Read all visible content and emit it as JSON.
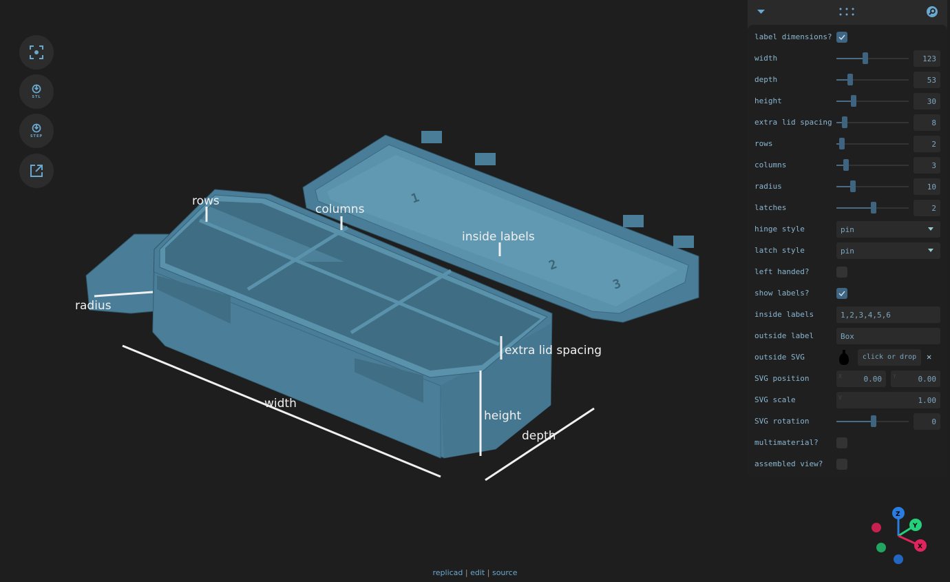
{
  "toolbar": {
    "center": "center-view",
    "stl": "STL",
    "step": "STEP",
    "share": "open-external"
  },
  "dimension_labels": {
    "rows": "rows",
    "columns": "columns",
    "inside_labels": "inside labels",
    "radius": "radius",
    "width": "width",
    "extra_lid_spacing": "extra lid spacing",
    "height": "height",
    "depth": "depth"
  },
  "lid_numbers": [
    "1",
    "2",
    "3"
  ],
  "panel": {
    "label_dimensions": {
      "label": "label dimensions?",
      "checked": true
    },
    "sliders": [
      {
        "label": "width",
        "value": "123",
        "pct": 40
      },
      {
        "label": "depth",
        "value": "53",
        "pct": 19
      },
      {
        "label": "height",
        "value": "30",
        "pct": 24
      },
      {
        "label": "extra lid spacing",
        "value": "8",
        "pct": 11
      },
      {
        "label": "rows",
        "value": "2",
        "pct": 8
      },
      {
        "label": "columns",
        "value": "3",
        "pct": 13
      },
      {
        "label": "radius",
        "value": "10",
        "pct": 23
      },
      {
        "label": "latches",
        "value": "2",
        "pct": 51
      }
    ],
    "hinge_style": {
      "label": "hinge style",
      "value": "pin"
    },
    "latch_style": {
      "label": "latch style",
      "value": "pin"
    },
    "left_handed": {
      "label": "left handed?",
      "checked": false
    },
    "show_labels": {
      "label": "show labels?",
      "checked": true
    },
    "inside_labels": {
      "label": "inside labels",
      "value": "1,2,3,4,5,6"
    },
    "outside_label": {
      "label": "outside label",
      "value": "Box"
    },
    "outside_svg": {
      "label": "outside SVG",
      "button": "click or drop",
      "clear": "✕"
    },
    "svg_position": {
      "label": "SVG position",
      "x_axis": "X",
      "x": "0.00",
      "y_axis": "Y",
      "y": "0.00"
    },
    "svg_scale": {
      "label": "SVG scale",
      "axis": "V",
      "value": "1.00"
    },
    "svg_rotation": {
      "label": "SVG rotation",
      "value": "0",
      "pct": 51
    },
    "multimaterial": {
      "label": "multimaterial?",
      "checked": false
    },
    "assembled_view": {
      "label": "assembled view?",
      "checked": false
    }
  },
  "gizmo": {
    "x": "X",
    "y": "Y",
    "z": "Z"
  },
  "colors": {
    "accent": "#6aa9cf",
    "model": "#4f86a0"
  },
  "footer": {
    "replicad": "replicad",
    "edit": "edit",
    "source": "source",
    "sep": "|"
  }
}
